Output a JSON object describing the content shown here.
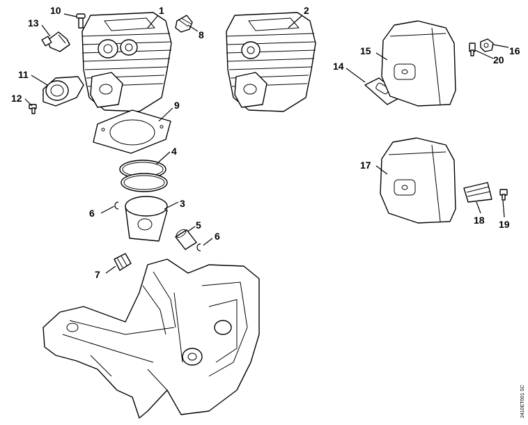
{
  "callouts": {
    "c1": "1",
    "c2": "2",
    "c3": "3",
    "c4": "4",
    "c5": "5",
    "c6a": "6",
    "c6b": "6",
    "c7": "7",
    "c8": "8",
    "c9": "9",
    "c10": "10",
    "c11": "11",
    "c12": "12",
    "c13": "13",
    "c14": "14",
    "c15": "15",
    "c16": "16",
    "c17": "17",
    "c18": "18",
    "c19": "19",
    "c20": "20"
  },
  "drawing_code": "2410ET001 SC",
  "colors": {
    "line": "#000000",
    "background": "#ffffff"
  }
}
